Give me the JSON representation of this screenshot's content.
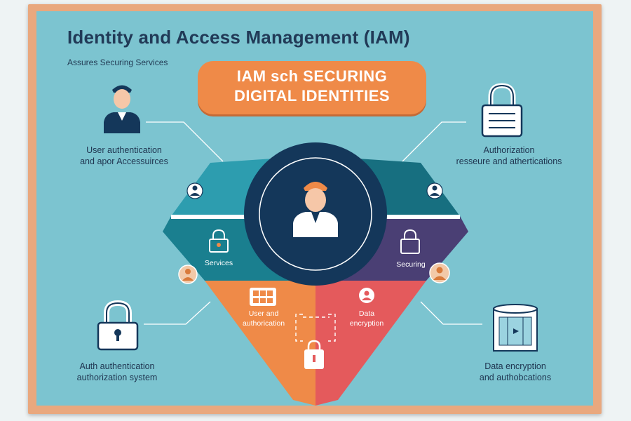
{
  "title": "Identity and Access Management (IAM)",
  "subtitle": "Assures Securing Services",
  "banner": {
    "line1": "IAM sch SECURING",
    "line2": "DIGITAL IDENTITIES"
  },
  "corners": {
    "top_left": {
      "line1": "User authentication",
      "line2": "and apor Accessuirces"
    },
    "top_right": {
      "line1": "Authorization",
      "line2": "resseure and athertications"
    },
    "bottom_left": {
      "line1": "Auth authentication",
      "line2": "authorization system"
    },
    "bottom_right": {
      "line1": "Data encryption",
      "line2": "and authobcations"
    }
  },
  "segments": {
    "left": "Services",
    "right": "Securing",
    "bottom_left": {
      "line1": "User and",
      "line2": "authorication"
    },
    "bottom_right": {
      "line1": "Data",
      "line2": "encryption"
    }
  },
  "colors": {
    "frame": "#e9a87e",
    "board": "#7cc4d0",
    "banner": "#ef8a48",
    "teal": "#1f8fa0",
    "dark_teal": "#146a7a",
    "purple": "#4a3f74",
    "orange": "#ef8a48",
    "red": "#e45a5c",
    "navy": "#14375a"
  }
}
